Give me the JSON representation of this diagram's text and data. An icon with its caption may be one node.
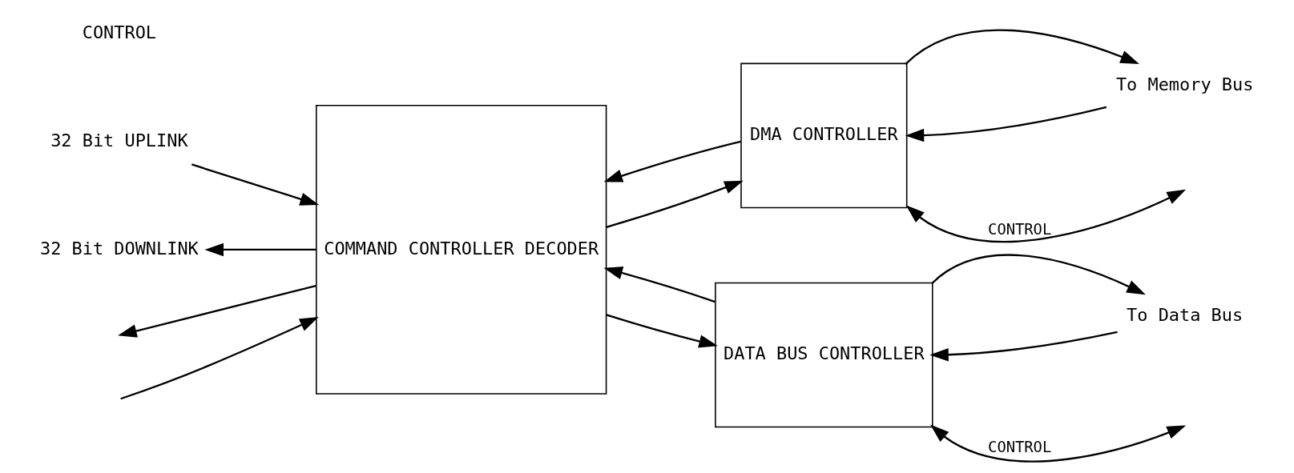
{
  "diagram": {
    "nodes": [
      {
        "text": [
          "32 Bit UPLINK"
        ]
      },
      {
        "text": [
          "COMMAND CONTROLLER DECODER"
        ]
      },
      {
        "text": [
          "DMA CONTROLLER"
        ]
      },
      {
        "text": [
          "DATA BUS CONTROLLER"
        ]
      },
      {
        "text": [
          "32 Bit DOWNLINK"
        ]
      },
      {
        "text": [
          "To Memory Bus"
        ]
      },
      {
        "text": [
          "To Data Bus"
        ]
      }
    ],
    "edges": [
      {
        "from": 0,
        "to": 1,
        "arrow": "to"
      },
      {
        "from": 1,
        "to": 4,
        "arrow": "to"
      },
      {
        "from": null,
        "to": 1,
        "arrow": "to"
      },
      {
        "from": 1,
        "to": null,
        "arrow": "to"
      },
      {
        "from": 1,
        "to": 2,
        "arrow": "to"
      },
      {
        "from": 2,
        "to": 1,
        "arrow": "to"
      },
      {
        "from": 1,
        "to": 3,
        "arrow": "to"
      },
      {
        "from": 3,
        "to": 1,
        "arrow": "to"
      },
      {
        "from": 2,
        "to": 5,
        "arrow": "to"
      },
      {
        "from": 5,
        "to": 2,
        "arrow": "to"
      },
      {
        "from": 2,
        "to": null,
        "arrow": "both",
        "label": "CONTROL"
      },
      {
        "from": 3,
        "to": 6,
        "arrow": "to"
      },
      {
        "from": 6,
        "to": 3,
        "arrow": "to"
      },
      {
        "from": 3,
        "to": null,
        "arrow": "both",
        "label": "CONTROL"
      }
    ],
    "labels": [
      "CONTROL"
    ]
  }
}
